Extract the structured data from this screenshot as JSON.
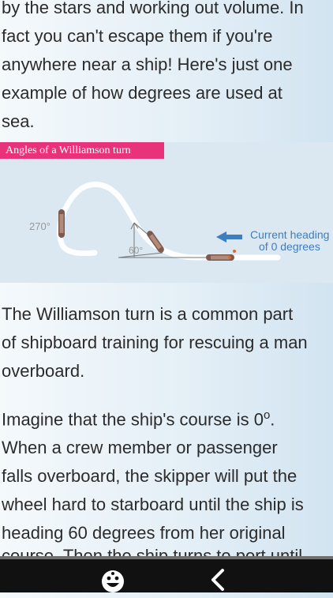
{
  "intro": {
    "lines": [
      "by the stars and working out volume. In",
      "fact you can't escape them if you're",
      "anywhere near a ship! Here's just one",
      "example of how degrees are used at",
      "sea."
    ]
  },
  "diagram": {
    "caption": "Angles of a Williamson turn",
    "angle_270": "270°",
    "angle_60": "60°",
    "heading_label_line1": "Current heading",
    "heading_label_line2": "of 0 degrees"
  },
  "para1": {
    "lines": [
      "The Williamson turn is a common part",
      "of shipboard training for rescuing a man",
      "overboard."
    ]
  },
  "para2": {
    "line1_prefix": "Imagine that the ship's course is 0",
    "line1_sup": "o",
    "line1_suffix": ".",
    "lines": [
      "When a crew member or passenger",
      "falls overboard, the skipper will put the",
      "wheel hard to starboard until the ship is",
      "heading 60 degrees from her original"
    ],
    "cutoff": "course. Then the ship turns to port until"
  },
  "footer": {
    "home_icon": "smiley-icon",
    "back_icon": "chevron-left-icon"
  }
}
